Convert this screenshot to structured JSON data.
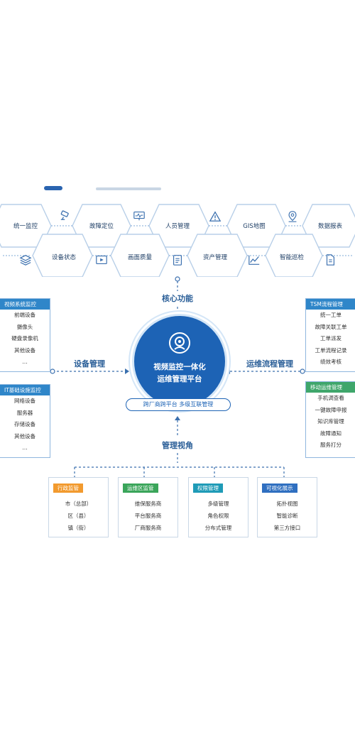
{
  "colors": {
    "primary": "#1d63b5",
    "hex_border": "#b8cfe8",
    "dash": "#3a6fae",
    "orange": "#f29a2e",
    "green": "#3aa55a",
    "teal": "#1f9bb7",
    "blue": "#2f6fc0",
    "panel_head_left": "#2f86c9",
    "panel_head_right": "#2f86c9",
    "panel_head_green": "#3fa66b"
  },
  "hex_row": {
    "items": [
      {
        "label": "统一监控",
        "icon": "camera-icon"
      },
      {
        "label": "故障定位",
        "icon": "monitor-icon"
      },
      {
        "label": "人员管理",
        "icon": "warning-icon"
      },
      {
        "label": "GIS地图",
        "icon": "map-pin-icon"
      },
      {
        "label": "数据报表",
        "icon": ""
      },
      {
        "label": "设备状态",
        "icon": "layers-icon"
      },
      {
        "label": "画面质量",
        "icon": "play-icon"
      },
      {
        "label": "资产管理",
        "icon": "clipboard-icon"
      },
      {
        "label": "智能巡检",
        "icon": "trend-chart-icon"
      },
      {
        "label": "",
        "icon": "document-icon"
      }
    ]
  },
  "core": {
    "label": "核心功能",
    "hub_line1": "视频监控一体化",
    "hub_line2": "运维管理平台",
    "tagline": "跨厂商跨平台 多级互联管理",
    "left_label": "设备管理",
    "right_label": "运维流程管理",
    "bottom_label": "管理视角"
  },
  "left_panels": [
    {
      "title": "视频系统监控",
      "items": [
        "前端设备",
        "摄像头",
        "硬盘录像机",
        "其他设备",
        "…"
      ]
    },
    {
      "title": "IT基础设施监控",
      "items": [
        "网络设备",
        "服务器",
        "存储设备",
        "其他设备",
        "…"
      ]
    }
  ],
  "right_panels": [
    {
      "title": "TSM流程管理",
      "items": [
        "统一工单",
        "故障关联工单",
        "工单派发",
        "工单流程记录",
        "绩效考核"
      ]
    },
    {
      "title": "移动运维管理",
      "items": [
        "手机调查看",
        "一键故障申报",
        "知识库管理",
        "故障通知",
        "服务打分"
      ]
    }
  ],
  "cards": [
    {
      "title": "行政监管",
      "items": [
        "市（总部）",
        "区（县）",
        "镇（街）"
      ],
      "color": "#f29a2e"
    },
    {
      "title": "运维区监管",
      "items": [
        "维保服务商",
        "平台服务商",
        "厂商服务商"
      ],
      "color": "#3aa55a"
    },
    {
      "title": "权限管理",
      "items": [
        "多级管理",
        "角色权限",
        "分布式管理"
      ],
      "color": "#1f9bb7"
    },
    {
      "title": "可视化展示",
      "items": [
        "拓扑视图",
        "智能诊断",
        "第三方接口"
      ],
      "color": "#2f6fc0"
    }
  ]
}
